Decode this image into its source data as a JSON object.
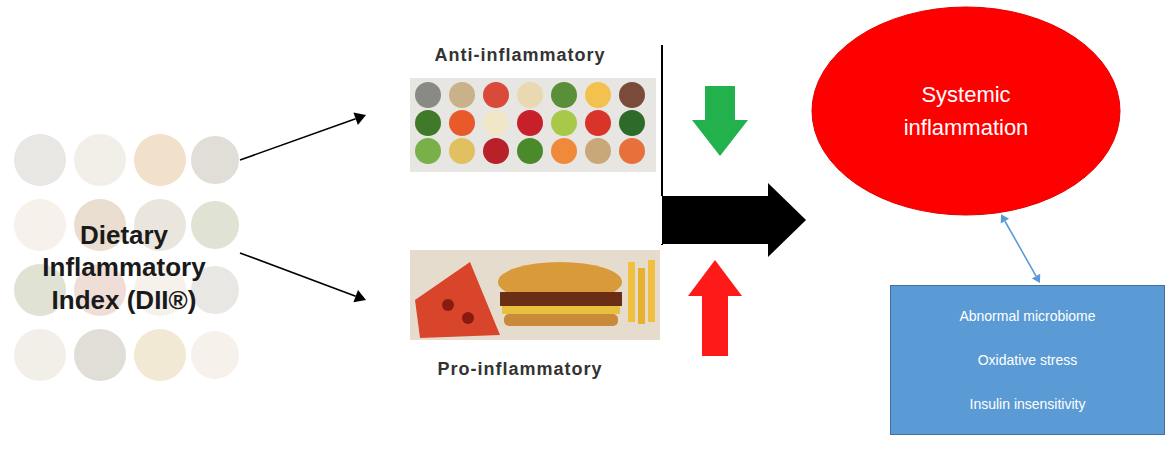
{
  "diagram": {
    "nodes": [
      {
        "text": [
          "Dietary Inflammatory Index (DII®)"
        ]
      },
      {
        "text": [
          "Anti-inflammatory"
        ]
      },
      {
        "text": [
          "Pro-inflammatory"
        ]
      },
      {
        "text": [
          "Systemic inflammation"
        ]
      },
      {
        "text": [
          "Abnormal microbiome",
          "Oxidative stress",
          "Insulin insensitivity"
        ]
      }
    ],
    "edges": [
      {
        "from": 0,
        "to": 1,
        "arrow": "to"
      },
      {
        "from": 0,
        "to": 2,
        "arrow": "to"
      },
      {
        "from": 1,
        "to": 3,
        "arrow": "to"
      },
      {
        "from": 2,
        "to": 3,
        "arrow": "to"
      },
      {
        "from": 3,
        "to": 4,
        "arrow": "both"
      }
    ]
  }
}
